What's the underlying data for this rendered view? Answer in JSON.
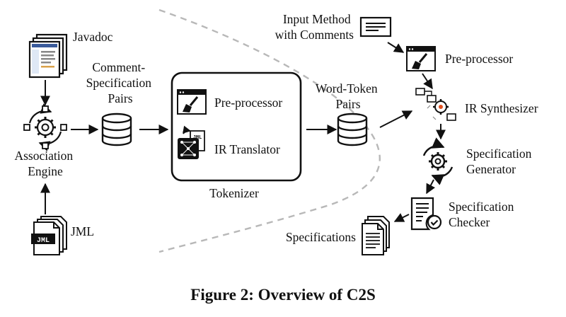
{
  "nodes": {
    "javadoc": "Javadoc",
    "comment_spec_pairs": [
      "Comment-",
      "Specification",
      "Pairs"
    ],
    "association_engine": [
      "Association",
      "Engine"
    ],
    "jml": "JML",
    "jml_icon_text": "JML",
    "tokenizer": {
      "label": "Tokenizer",
      "preprocessor": "Pre-processor",
      "ir_translator": "IR Translator"
    },
    "word_token_pairs": [
      "Word-Token",
      "Pairs"
    ],
    "input_method": [
      "Input Method",
      "with Comments"
    ],
    "preprocessor2": "Pre-processor",
    "ir_synthesizer": "IR Synthesizer",
    "spec_generator": [
      "Specification",
      "Generator"
    ],
    "spec_checker": [
      "Specification",
      "Checker"
    ],
    "specifications": "Specifications"
  },
  "caption": "Figure 2: Overview of C2S",
  "colors": {
    "ink": "#111111",
    "dashed": "#b8b8b8",
    "gear_accent": "#e05020"
  },
  "icons": [
    "stacked-documents-icon",
    "gear-cycle-icon",
    "database-icon",
    "broom-window-icon",
    "translator-graph-icon",
    "document-icon",
    "flowchart-gear-icon",
    "checklist-icon"
  ]
}
